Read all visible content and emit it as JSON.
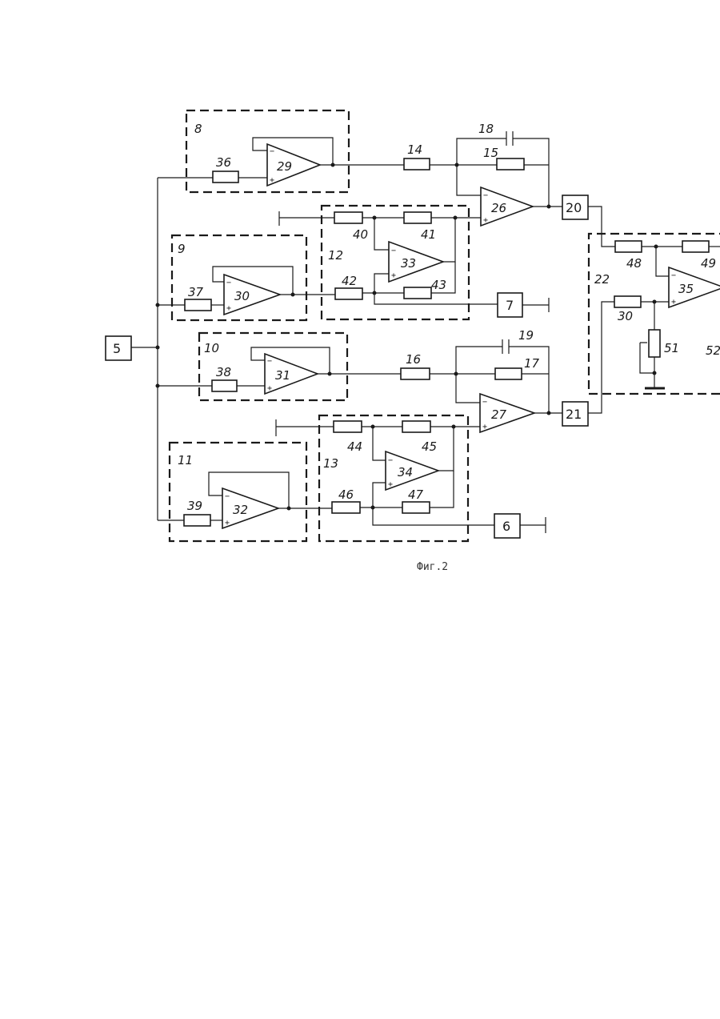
{
  "figure": {
    "caption": "Фиг.2"
  },
  "blocks": {
    "b5": "5",
    "b6": "6",
    "b7": "7",
    "b20": "20",
    "b21": "21"
  },
  "units": {
    "u8": "8",
    "u9": "9",
    "u10": "10",
    "u11": "11",
    "u12": "12",
    "u13": "13",
    "u22": "22",
    "u52": "52"
  },
  "amplifiers": {
    "a26": "26",
    "a27": "27",
    "a29": "29",
    "a30": "30",
    "a31": "31",
    "a32": "32",
    "a33": "33",
    "a34": "34",
    "a35": "35"
  },
  "resistors": {
    "r14": "14",
    "r15": "15",
    "r16": "16",
    "r17": "17",
    "r36": "36",
    "r37": "37",
    "r38": "38",
    "r39": "39",
    "r40": "40",
    "r41": "41",
    "r42": "42",
    "r43": "43",
    "r44": "44",
    "r45": "45",
    "r46": "46",
    "r47": "47",
    "r48": "48",
    "r49": "49",
    "r50": "30",
    "r51": "51"
  },
  "capacitors": {
    "c18": "18",
    "c19": "19"
  },
  "signs": {
    "minus": "−",
    "plus": "+"
  }
}
